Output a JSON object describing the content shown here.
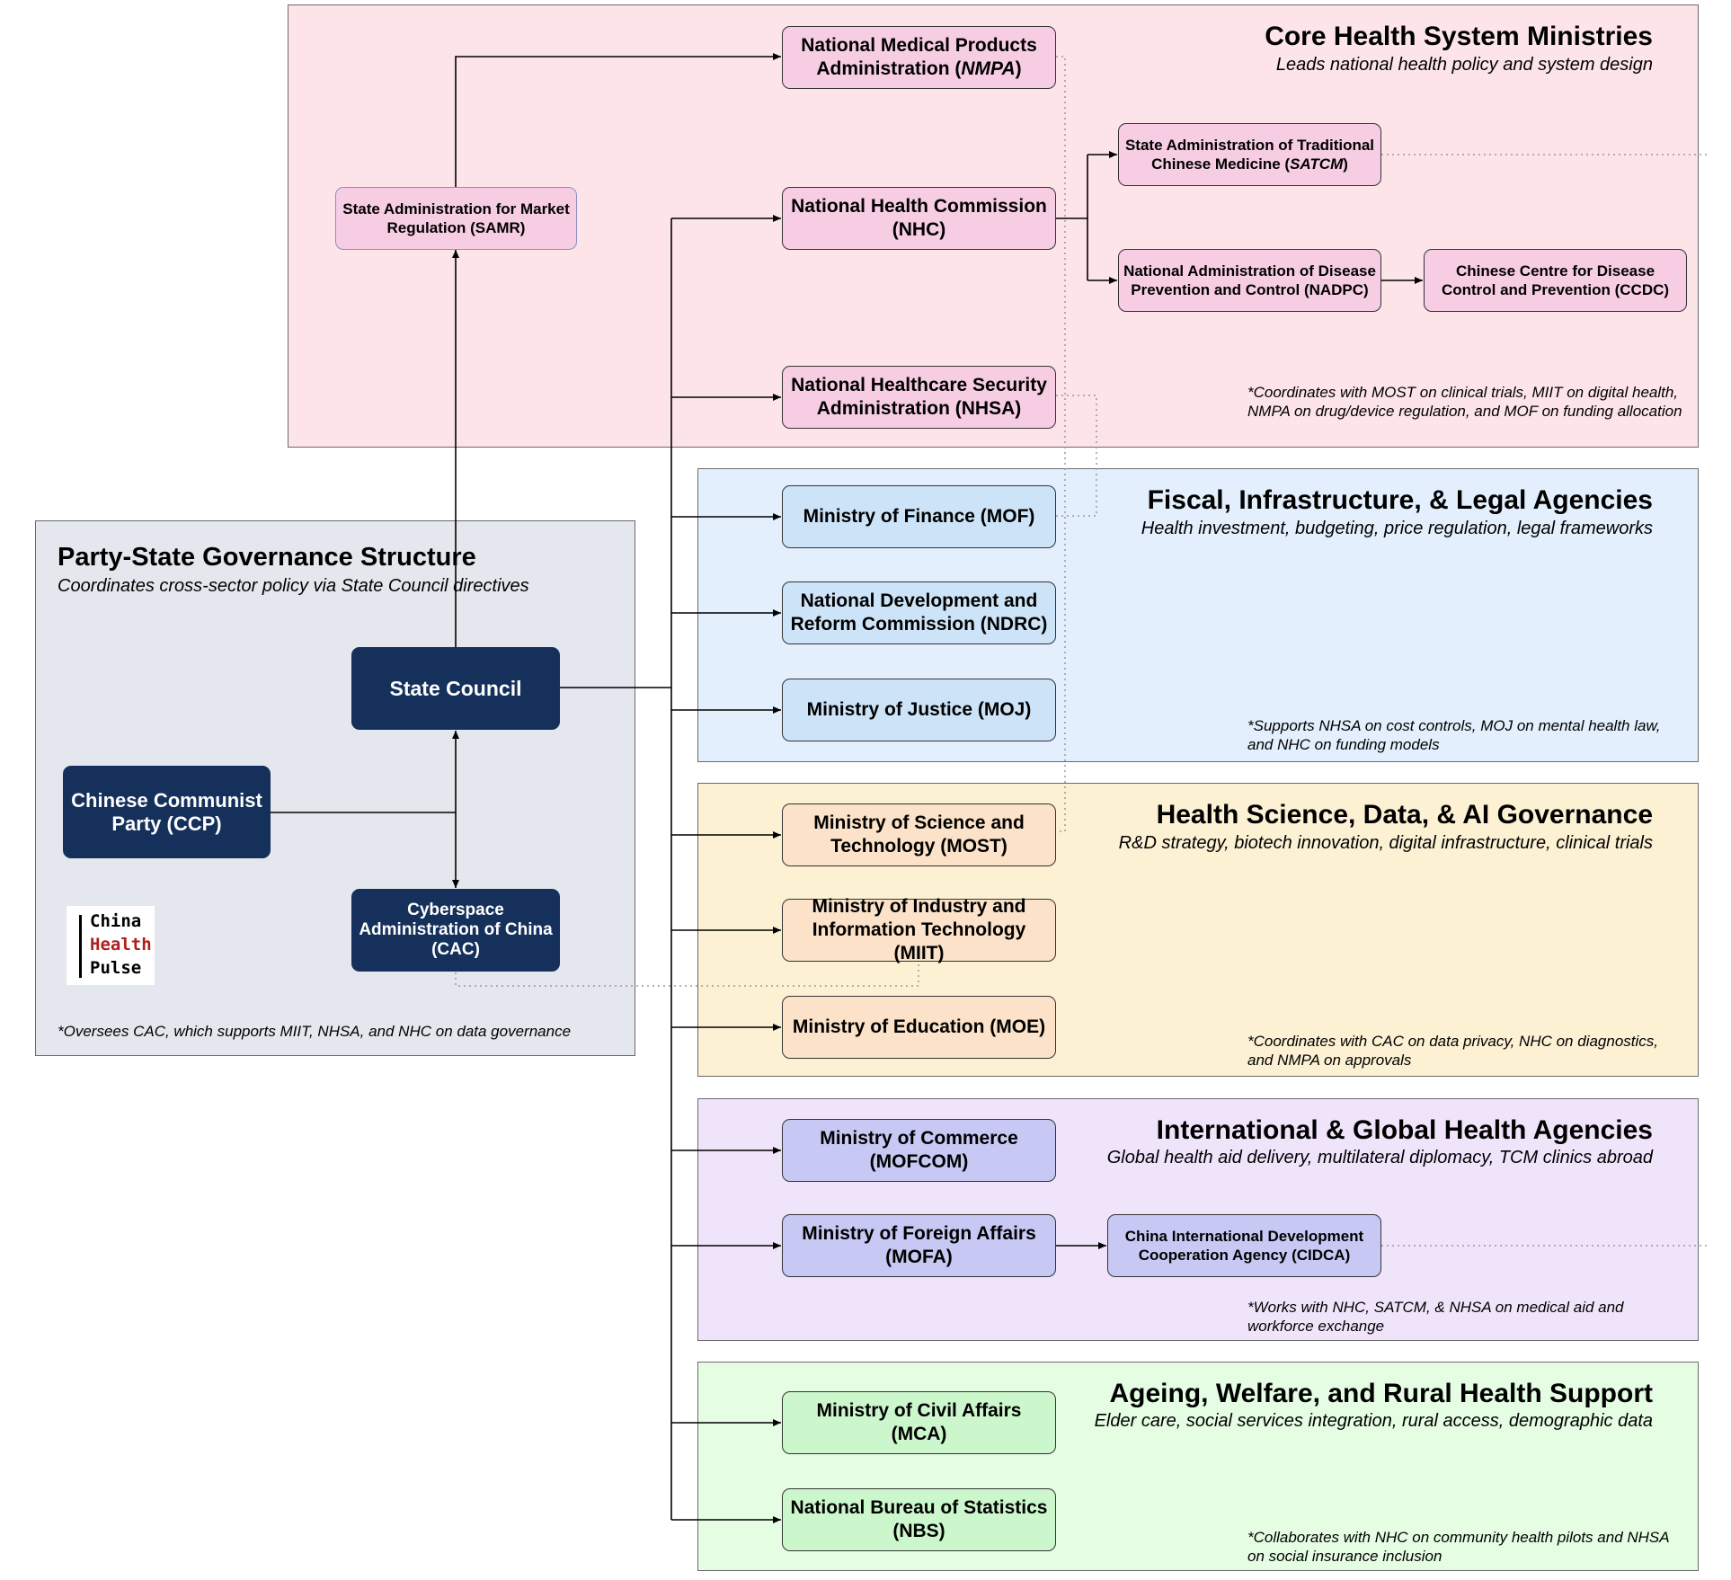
{
  "colors": {
    "core_bg": "#fce4e8",
    "fiscal_bg": "#e3effd",
    "science_bg": "#fdf1d4",
    "intl_bg": "#f0e4fb",
    "ageing_bg": "#e5fde3",
    "party_bg": "#e5e7ee",
    "navy": "#15305b",
    "logo_red": "#b01e1e"
  },
  "party_panel": {
    "title": "Party-State Governance Structure",
    "subtitle": "Coordinates cross-sector policy via State Council directives",
    "note": "*Oversees CAC, which supports MIIT, NHSA, and NHC on data governance",
    "state_council": "State Council",
    "ccp": [
      "Chinese Communist",
      "Party (CCP)"
    ],
    "cac": [
      "Cyberspace",
      "Administration of China",
      "(CAC)"
    ],
    "logo": [
      "China",
      "Health",
      "Pulse"
    ]
  },
  "core_panel": {
    "title": "Core Health System Ministries",
    "subtitle": "Leads national health policy and system design",
    "note": "*Coordinates with MOST on clinical trials, MIIT on digital health, NMPA on drug/device regulation, and MOF on funding allocation",
    "samr": [
      "State Administration for Market",
      "Regulation (SAMR)"
    ],
    "nmpa": [
      "National Medical Products",
      "Administration (",
      "NMPA",
      ")"
    ],
    "nhc": [
      "National Health Commission",
      "(NHC)"
    ],
    "nhsa": [
      "National Healthcare Security",
      "Administration (NHSA)"
    ],
    "satcm": [
      "State Administration of Traditional",
      "Chinese Medicine (",
      "SATCM",
      ")"
    ],
    "nadpc": [
      "National Administration of Disease",
      "Prevention and Control (NADPC)"
    ],
    "ccdc": [
      "Chinese Centre for Disease",
      "Control and Prevention (CCDC)"
    ]
  },
  "fiscal_panel": {
    "title": "Fiscal, Infrastructure, & Legal Agencies",
    "subtitle": "Health investment, budgeting, price regulation, legal frameworks",
    "note": "*Supports NHSA on cost controls, MOJ on mental health law, and NHC on funding models",
    "mof": "Ministry of Finance (MOF)",
    "ndrc": [
      "National Development and",
      "Reform Commission (NDRC)"
    ],
    "moj": "Ministry of Justice (MOJ)"
  },
  "science_panel": {
    "title": "Health Science, Data, & AI Governance",
    "subtitle": "R&D strategy, biotech innovation, digital infrastructure, clinical trials",
    "note": "*Coordinates with CAC on data privacy, NHC on diagnostics, and NMPA on approvals",
    "most": [
      "Ministry of Science and",
      "Technology (MOST)"
    ],
    "miit": [
      "Ministry of Industry and",
      "Information Technology (MIIT)"
    ],
    "moe": "Ministry of Education (MOE)"
  },
  "intl_panel": {
    "title": "International & Global Health Agencies",
    "subtitle": "Global health aid delivery, multilateral diplomacy, TCM clinics abroad",
    "note": "*Works with NHC, SATCM, & NHSA on medical aid and workforce exchange",
    "mofcom": [
      "Ministry of Commerce",
      "(MOFCOM)"
    ],
    "mofa": [
      "Ministry of Foreign Affairs",
      "(MOFA)"
    ],
    "cidca": [
      "China International Development",
      "Cooperation Agency (CIDCA)"
    ]
  },
  "ageing_panel": {
    "title": "Ageing, Welfare, and Rural Health Support",
    "subtitle": "Elder care, social services integration, rural access, demographic data",
    "note": "*Collaborates with NHC on community health pilots and NHSA on social insurance inclusion",
    "mca": "Ministry of Civil Affairs (MCA)",
    "nbs": [
      "National Bureau of Statistics",
      "(NBS)"
    ]
  }
}
